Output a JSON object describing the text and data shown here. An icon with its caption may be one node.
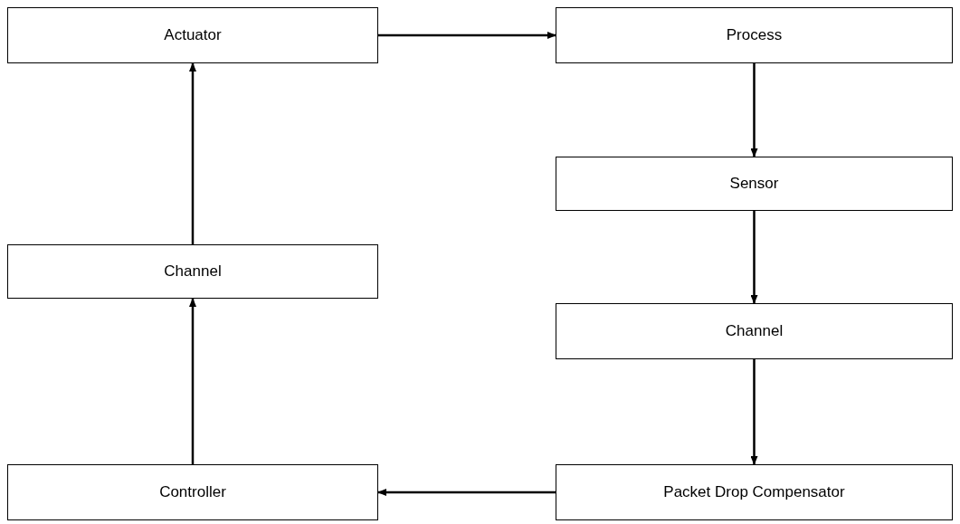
{
  "diagram": {
    "nodes": [
      {
        "text": [
          "Actuator"
        ]
      },
      {
        "text": [
          "Process"
        ]
      },
      {
        "text": [
          "Sensor"
        ]
      },
      {
        "text": [
          "Channel"
        ]
      },
      {
        "text": [
          "Channel"
        ]
      },
      {
        "text": [
          "Controller"
        ]
      },
      {
        "text": [
          "Packet Drop Compensator"
        ]
      }
    ],
    "edges": [
      {
        "from": 0,
        "to": 1,
        "arrow": "to"
      },
      {
        "from": 1,
        "to": 2,
        "arrow": "to"
      },
      {
        "from": 2,
        "to": 4,
        "arrow": "to"
      },
      {
        "from": 4,
        "to": 6,
        "arrow": "to"
      },
      {
        "from": 6,
        "to": 5,
        "arrow": "to"
      },
      {
        "from": 5,
        "to": 3,
        "arrow": "to"
      },
      {
        "from": 3,
        "to": 0,
        "arrow": "to"
      }
    ]
  }
}
